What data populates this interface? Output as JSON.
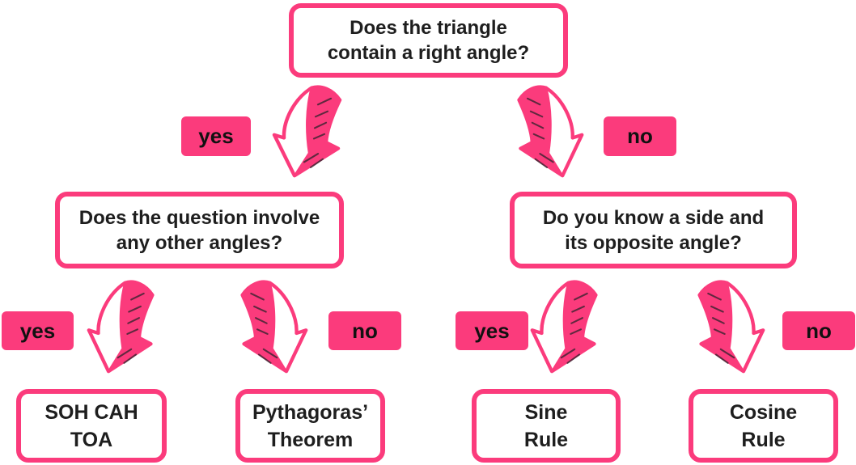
{
  "colors": {
    "accent": "#FB3B7C",
    "box_fill": "#FFFFFF",
    "text": "#1E1E1E",
    "label_text": "#111111"
  },
  "icons": {
    "arrow_down_left": "hand-drawn-curved-arrow-down-left",
    "arrow_down_right": "hand-drawn-curved-arrow-down-right"
  },
  "flowchart": {
    "root_question": {
      "line1": "Does the triangle",
      "line2": "contain a right angle?"
    },
    "root_yes_label": "yes",
    "root_no_label": "no",
    "left_question": {
      "line1": "Does the question involve",
      "line2": "any other angles?"
    },
    "right_question": {
      "line1": "Do you know a side and",
      "line2": "its opposite angle?"
    },
    "left_yes_label": "yes",
    "left_no_label": "no",
    "right_yes_label": "yes",
    "right_no_label": "no",
    "outcome_soh_cah_toa": {
      "line1": "SOH CAH",
      "line2": "TOA"
    },
    "outcome_pythagoras": {
      "line1": "Pythagoras’",
      "line2": "Theorem"
    },
    "outcome_sine_rule": {
      "line1": "Sine",
      "line2": "Rule"
    },
    "outcome_cosine_rule": {
      "line1": "Cosine",
      "line2": "Rule"
    }
  }
}
